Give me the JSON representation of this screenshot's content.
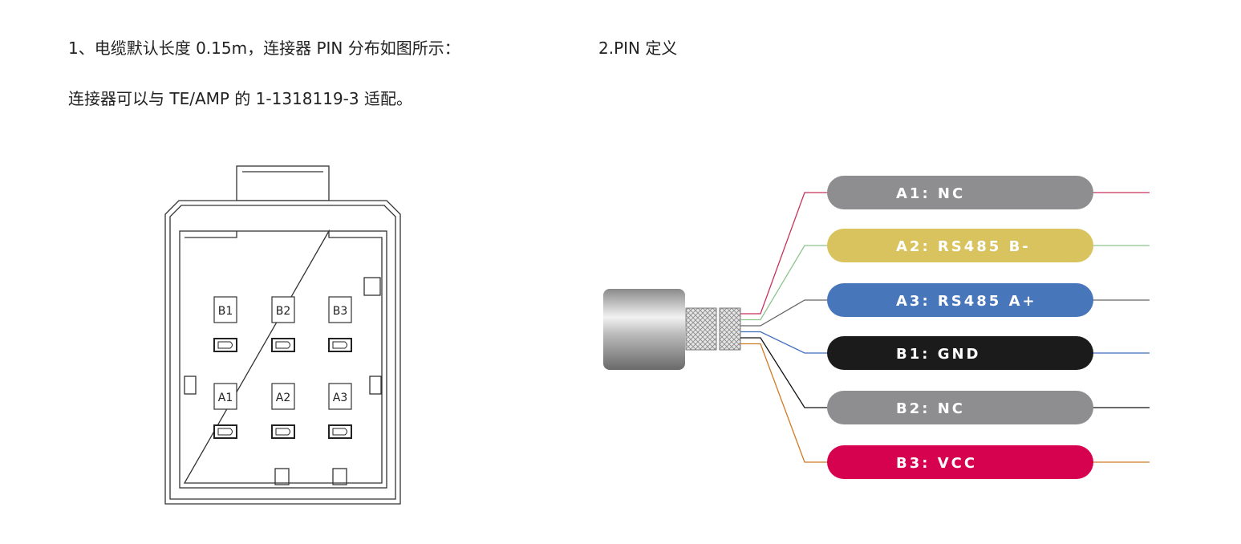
{
  "text": {
    "line1": "1、电缆默认长度 0.15m，连接器 PIN 分布如图所示：",
    "heading2": "2.PIN 定义",
    "line2": "连接器可以与 TE/AMP 的 1-1318119-3 适配。"
  },
  "connector": {
    "pins_top": [
      "B1",
      "B2",
      "B3"
    ],
    "pins_bottom": [
      "A1",
      "A2",
      "A3"
    ]
  },
  "pin_definitions": [
    {
      "label": "A1: NC",
      "pill_color": "#8e8e90",
      "wire_color": "#c8325a"
    },
    {
      "label": "A2: RS485 B-",
      "pill_color": "#d8c35e",
      "wire_color": "#8cc48c"
    },
    {
      "label": "A3: RS485 A+",
      "pill_color": "#4876bb",
      "wire_color": "#666666"
    },
    {
      "label": "B1: GND",
      "pill_color": "#1b1b1b",
      "wire_color": "#3e6fbf"
    },
    {
      "label": "B2: NC",
      "pill_color": "#8e8e90",
      "wire_color": "#111111"
    },
    {
      "label": "B3: VCC",
      "pill_color": "#d6014f",
      "wire_color": "#d07a24"
    }
  ]
}
